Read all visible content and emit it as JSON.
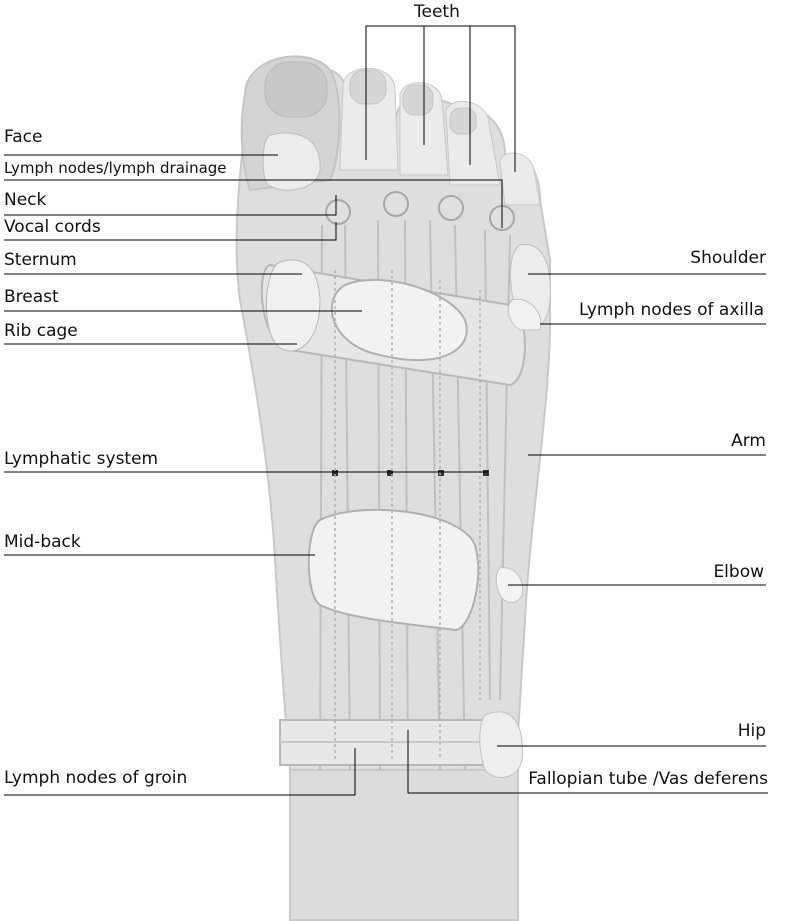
{
  "labels": {
    "teeth": "Teeth",
    "face": "Face",
    "lymph_drainage": "Lymph nodes/lymph drainage",
    "neck": "Neck",
    "vocal_cords": "Vocal cords",
    "sternum": "Sternum",
    "breast": "Breast",
    "rib_cage": "Rib cage",
    "lymphatic_system": "Lymphatic system",
    "mid_back": "Mid-back",
    "lymph_groin": "Lymph nodes of groin",
    "shoulder": "Shoulder",
    "lymph_axilla": "Lymph nodes of axilla",
    "arm": "Arm",
    "elbow": "Elbow",
    "hip": "Hip",
    "fallopian": "Fallopian tube /Vas deferens"
  }
}
